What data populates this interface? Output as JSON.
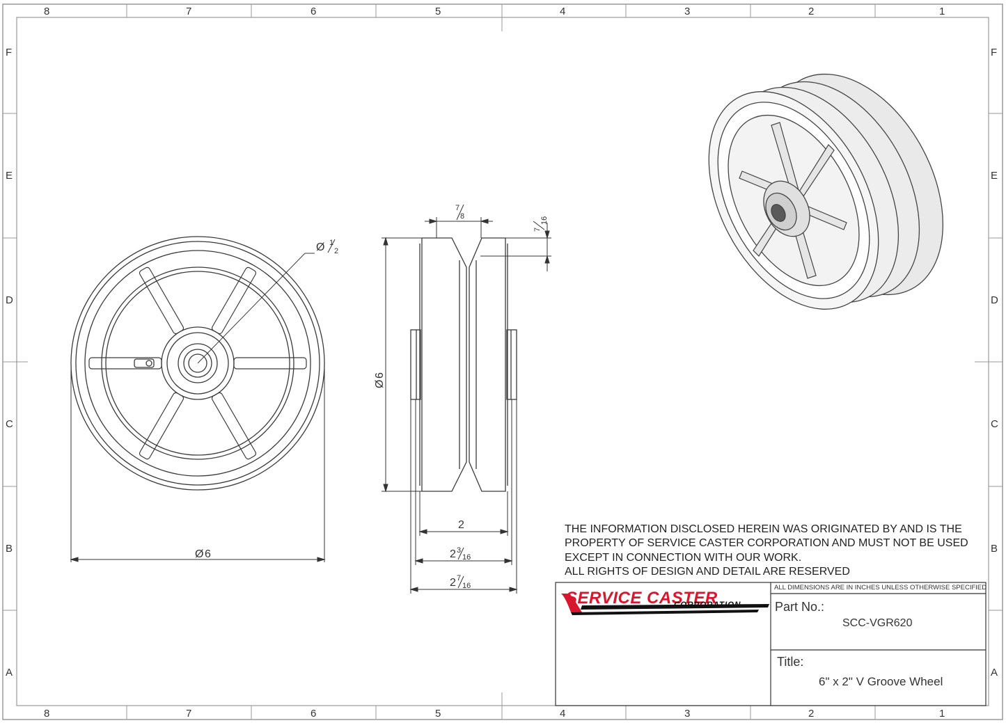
{
  "zones": {
    "columns": [
      "8",
      "7",
      "6",
      "5",
      "4",
      "3",
      "2",
      "1"
    ],
    "rows": [
      "F",
      "E",
      "D",
      "C",
      "B",
      "A"
    ]
  },
  "dimensions": {
    "front_diameter": "6",
    "hub_bore_whole": "",
    "hub_bore_num": "1",
    "hub_bore_den": "2",
    "side_height": "6",
    "groove_top_num": "7",
    "groove_top_den": "8",
    "groove_depth_num": "7",
    "groove_depth_den": "16",
    "tread_width": "2",
    "hub_width_whole": "2",
    "hub_width_num": "3",
    "hub_width_den": "16",
    "overall_width_whole": "2",
    "overall_width_num": "7",
    "overall_width_den": "16",
    "diameter_symbol": "Ø"
  },
  "notice": [
    "THE INFORMATION DISCLOSED HEREIN WAS ORIGINATED BY AND IS THE",
    "PROPERTY OF SERVICE CASTER CORPORATION AND MUST NOT BE USED",
    "EXCEPT IN CONNECTION WITH OUR WORK.",
    "ALL RIGHTS OF DESIGN AND DETAIL ARE RESERVED"
  ],
  "title_block": {
    "all_dims_note": "ALL DIMENSIONS ARE IN INCHES UNLESS OTHERWISE SPECIFIED",
    "logo_main": "SERVICE CASTER",
    "logo_sub": "CORPORATION",
    "part_no_label": "Part No.:",
    "part_no_value": "SCC-VGR620",
    "title_label": "Title:",
    "title_value": "6\" x 2\" V Groove Wheel"
  },
  "colors": {
    "line": "#333333",
    "border": "#9a9a9a",
    "brand_red": "#d8172e"
  }
}
